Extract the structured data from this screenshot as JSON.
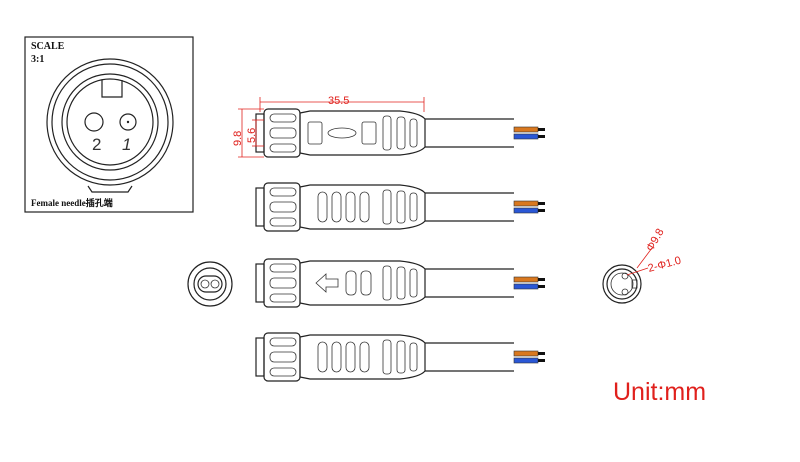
{
  "detail_view": {
    "scale_label": "SCALE",
    "scale_value": "3:1",
    "pin_labels": [
      "2",
      "1"
    ],
    "caption": "Female needle插孔端"
  },
  "dimensions": {
    "length": "35.5",
    "outer_diameter": "9.8",
    "inner_diameter": "5.6",
    "face_diameter": "Φ9.8",
    "pin_hole": "2-Φ1.0"
  },
  "wire_colors": {
    "top": "#d9781f",
    "bottom": "#2a57d6"
  },
  "unit_label": "Unit:mm"
}
